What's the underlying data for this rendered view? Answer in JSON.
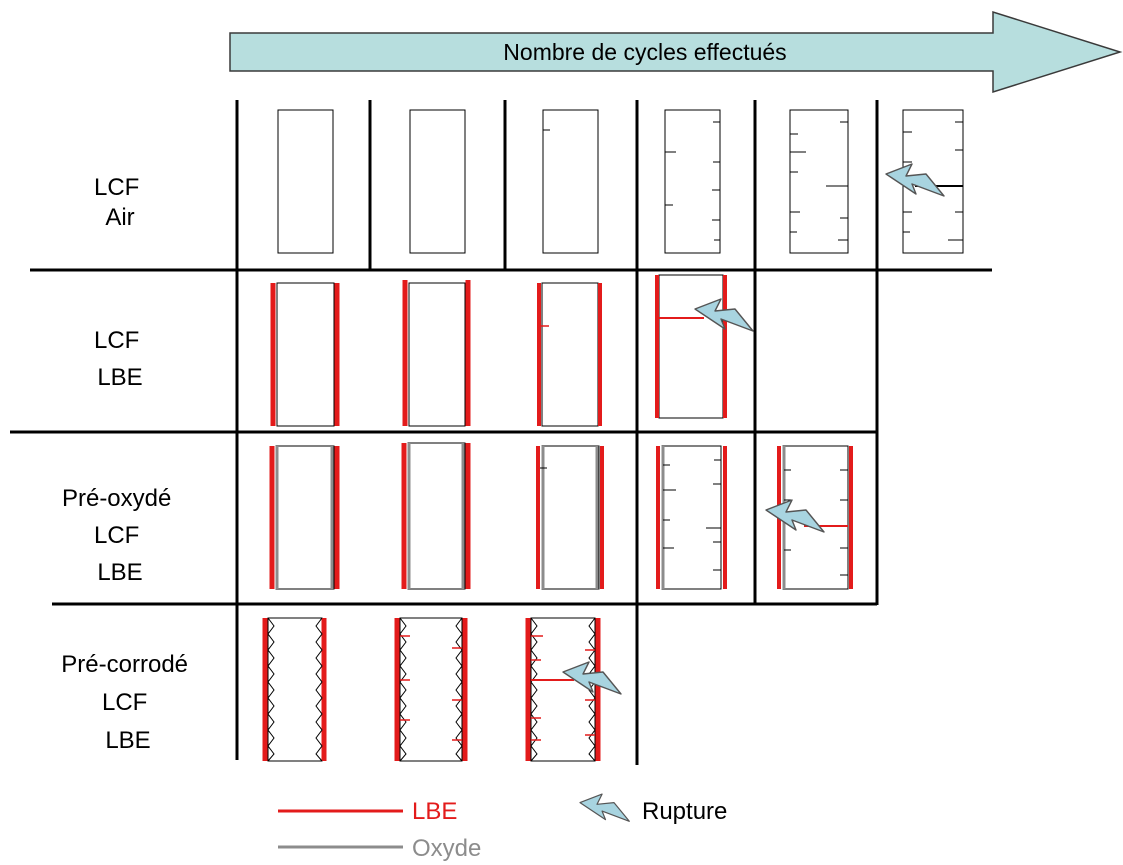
{
  "arrow": {
    "label": "Nombre de cycles effectués",
    "fill": "#b7dede"
  },
  "rows": [
    {
      "lines": [
        "LCF",
        "Air"
      ]
    },
    {
      "lines": [
        "LCF",
        "LBE"
      ]
    },
    {
      "lines": [
        "Pré-oxydé",
        "LCF",
        "LBE"
      ]
    },
    {
      "lines": [
        "Pré-corrodé",
        "LCF",
        "LBE"
      ]
    }
  ],
  "legend": {
    "lbe": {
      "label": "LBE",
      "color": "#e31b1b"
    },
    "oxyde": {
      "label": "Oxyde",
      "color": "#8c8c8c"
    },
    "rupture": {
      "label": "Rupture",
      "icon": "lightning-bolt-icon",
      "color": "#a8d4e0"
    }
  }
}
